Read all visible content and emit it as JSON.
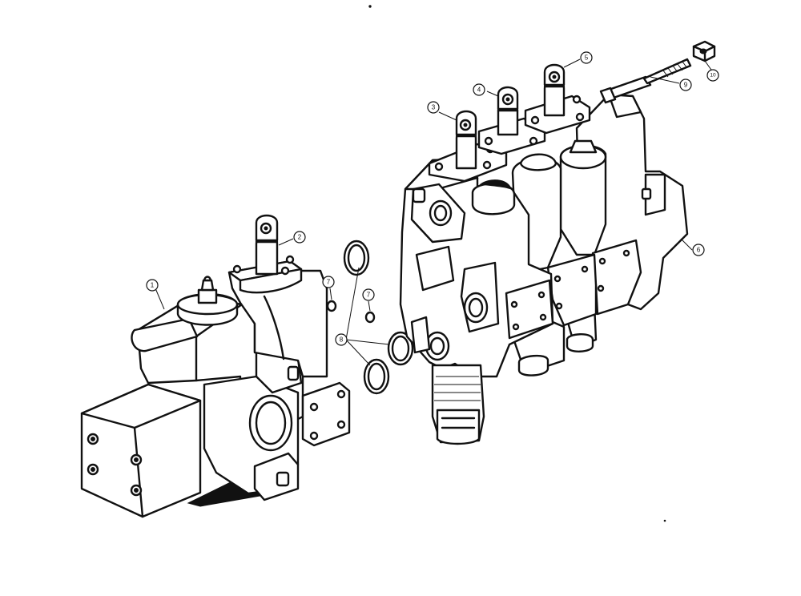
{
  "diagram": {
    "callouts": [
      {
        "id": "callout-1",
        "label": "1"
      },
      {
        "id": "callout-2",
        "label": "2"
      },
      {
        "id": "callout-3",
        "label": "3"
      },
      {
        "id": "callout-4",
        "label": "4"
      },
      {
        "id": "callout-5",
        "label": "5"
      },
      {
        "id": "callout-6",
        "label": "6"
      },
      {
        "id": "callout-7a",
        "label": "7"
      },
      {
        "id": "callout-7b",
        "label": "7"
      },
      {
        "id": "callout-8",
        "label": "8"
      },
      {
        "id": "callout-9",
        "label": "9"
      },
      {
        "id": "callout-10",
        "label": "10"
      }
    ]
  },
  "colors": {
    "line": "#111111",
    "background": "#ffffff"
  }
}
